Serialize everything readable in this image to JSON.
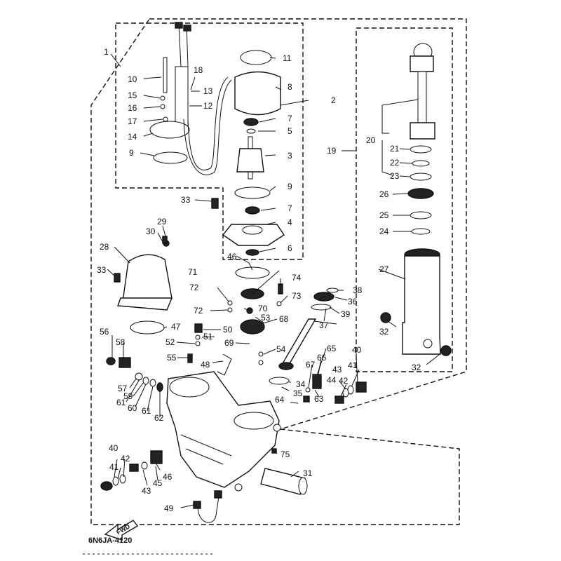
{
  "diagram": {
    "drawing_code": "6N6JA-4120",
    "fwd_label": "FWD",
    "labels": [
      {
        "id": "l1",
        "text": "1"
      },
      {
        "id": "l2",
        "text": "2"
      },
      {
        "id": "l3",
        "text": "3"
      },
      {
        "id": "l4",
        "text": "4"
      },
      {
        "id": "l5",
        "text": "5"
      },
      {
        "id": "l6",
        "text": "6"
      },
      {
        "id": "l7a",
        "text": "7"
      },
      {
        "id": "l7b",
        "text": "7"
      },
      {
        "id": "l8",
        "text": "8"
      },
      {
        "id": "l9a",
        "text": "9"
      },
      {
        "id": "l9b",
        "text": "9"
      },
      {
        "id": "l10",
        "text": "10"
      },
      {
        "id": "l11",
        "text": "11"
      },
      {
        "id": "l12",
        "text": "12"
      },
      {
        "id": "l13",
        "text": "13"
      },
      {
        "id": "l14",
        "text": "14"
      },
      {
        "id": "l15",
        "text": "15"
      },
      {
        "id": "l16",
        "text": "16"
      },
      {
        "id": "l17",
        "text": "17"
      },
      {
        "id": "l18",
        "text": "18"
      },
      {
        "id": "l19",
        "text": "19"
      },
      {
        "id": "l20",
        "text": "20"
      },
      {
        "id": "l21",
        "text": "21"
      },
      {
        "id": "l22",
        "text": "22"
      },
      {
        "id": "l23",
        "text": "23"
      },
      {
        "id": "l24",
        "text": "24"
      },
      {
        "id": "l25",
        "text": "25"
      },
      {
        "id": "l26",
        "text": "26"
      },
      {
        "id": "l27",
        "text": "27"
      },
      {
        "id": "l28",
        "text": "28"
      },
      {
        "id": "l29",
        "text": "29"
      },
      {
        "id": "l30",
        "text": "30"
      },
      {
        "id": "l31",
        "text": "31"
      },
      {
        "id": "l32a",
        "text": "32"
      },
      {
        "id": "l32b",
        "text": "32"
      },
      {
        "id": "l33a",
        "text": "33"
      },
      {
        "id": "l33b",
        "text": "33"
      },
      {
        "id": "l34",
        "text": "34"
      },
      {
        "id": "l35",
        "text": "35"
      },
      {
        "id": "l36",
        "text": "36"
      },
      {
        "id": "l37",
        "text": "37"
      },
      {
        "id": "l38",
        "text": "38"
      },
      {
        "id": "l39",
        "text": "39"
      },
      {
        "id": "l40a",
        "text": "40"
      },
      {
        "id": "l40b",
        "text": "40"
      },
      {
        "id": "l41a",
        "text": "41"
      },
      {
        "id": "l41b",
        "text": "41"
      },
      {
        "id": "l42a",
        "text": "42"
      },
      {
        "id": "l42b",
        "text": "42"
      },
      {
        "id": "l43a",
        "text": "43"
      },
      {
        "id": "l43b",
        "text": "43"
      },
      {
        "id": "l44",
        "text": "44"
      },
      {
        "id": "l45",
        "text": "45"
      },
      {
        "id": "l46a",
        "text": "46"
      },
      {
        "id": "l46b",
        "text": "46"
      },
      {
        "id": "l47",
        "text": "47"
      },
      {
        "id": "l48",
        "text": "48"
      },
      {
        "id": "l49",
        "text": "49"
      },
      {
        "id": "l50",
        "text": "50"
      },
      {
        "id": "l51",
        "text": "51"
      },
      {
        "id": "l52",
        "text": "52"
      },
      {
        "id": "l53",
        "text": "53"
      },
      {
        "id": "l54",
        "text": "54"
      },
      {
        "id": "l55",
        "text": "55"
      },
      {
        "id": "l56",
        "text": "56"
      },
      {
        "id": "l57",
        "text": "57"
      },
      {
        "id": "l58",
        "text": "58"
      },
      {
        "id": "l59",
        "text": "59"
      },
      {
        "id": "l60",
        "text": "60"
      },
      {
        "id": "l61a",
        "text": "61"
      },
      {
        "id": "l61b",
        "text": "61"
      },
      {
        "id": "l62",
        "text": "62"
      },
      {
        "id": "l63",
        "text": "63"
      },
      {
        "id": "l64",
        "text": "64"
      },
      {
        "id": "l65",
        "text": "65"
      },
      {
        "id": "l66",
        "text": "66"
      },
      {
        "id": "l67",
        "text": "67"
      },
      {
        "id": "l68",
        "text": "68"
      },
      {
        "id": "l69",
        "text": "69"
      },
      {
        "id": "l70",
        "text": "70"
      },
      {
        "id": "l71",
        "text": "71"
      },
      {
        "id": "l72a",
        "text": "72"
      },
      {
        "id": "l72b",
        "text": "72"
      },
      {
        "id": "l73",
        "text": "73"
      },
      {
        "id": "l74",
        "text": "74"
      },
      {
        "id": "l75",
        "text": "75"
      }
    ]
  }
}
